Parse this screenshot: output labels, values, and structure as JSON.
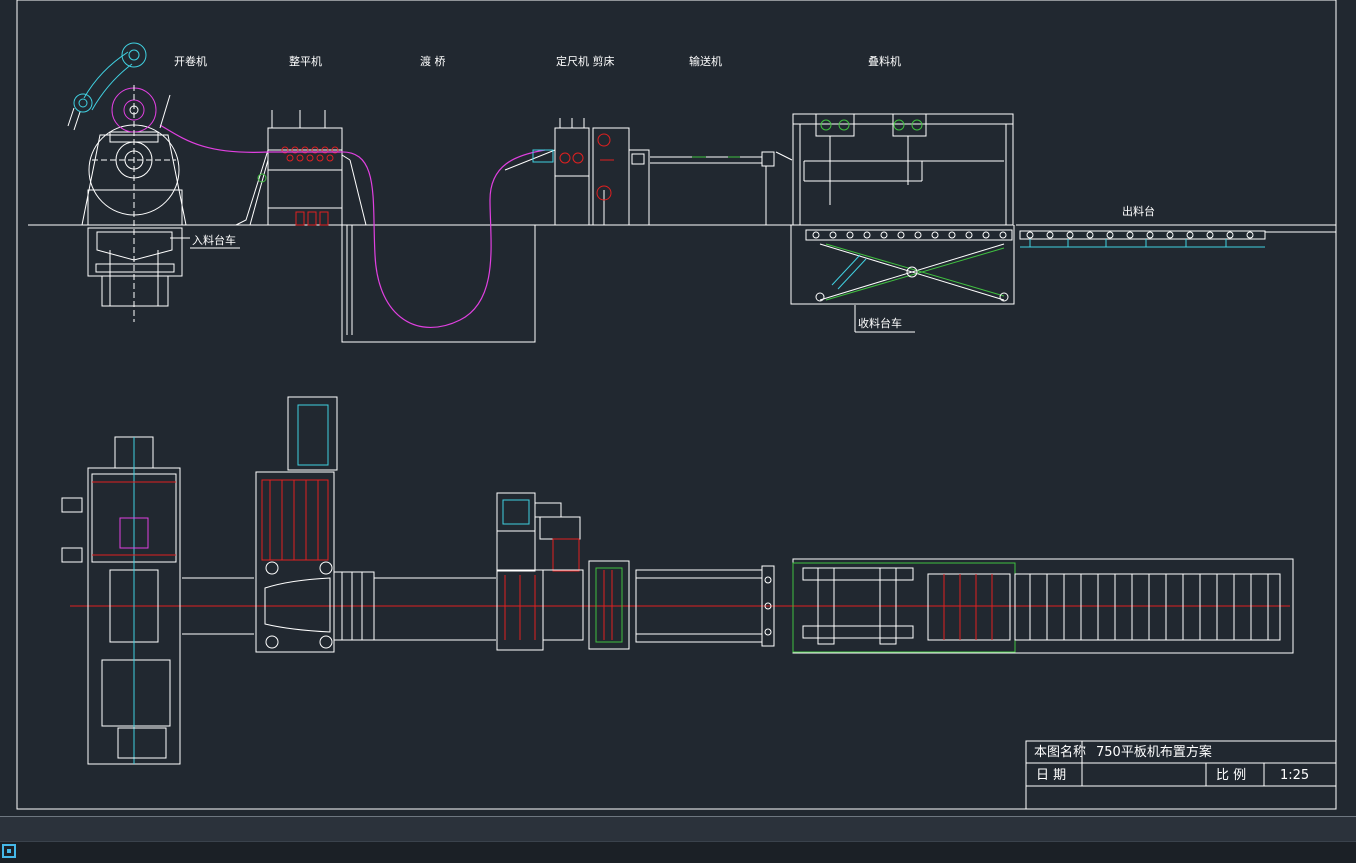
{
  "labels": {
    "uncoiler": "开卷机",
    "leveler": "整平机",
    "bridge": "渡 桥",
    "sizer_shear": "定尺机  剪床",
    "conveyor": "输送机",
    "stacker": "叠料机",
    "infeed_car": "入料台车",
    "outfeed_table": "出料台",
    "receiving_car": "收料台车"
  },
  "title_block": {
    "name_label": "本图名称",
    "name_value": "750平板机布置方案",
    "date_label": "日  期",
    "scale_label": "比  例",
    "scale_value": "1:25"
  },
  "colors": {
    "background": "#212830",
    "line": "#ffffff",
    "magenta": "#e040e0",
    "cyan": "#40d0e0",
    "red": "#e02020",
    "green": "#40c040",
    "status_bar": "#2b323b",
    "command_bar": "#1b2026"
  },
  "icons": {
    "command_line": "command-line-icon"
  }
}
